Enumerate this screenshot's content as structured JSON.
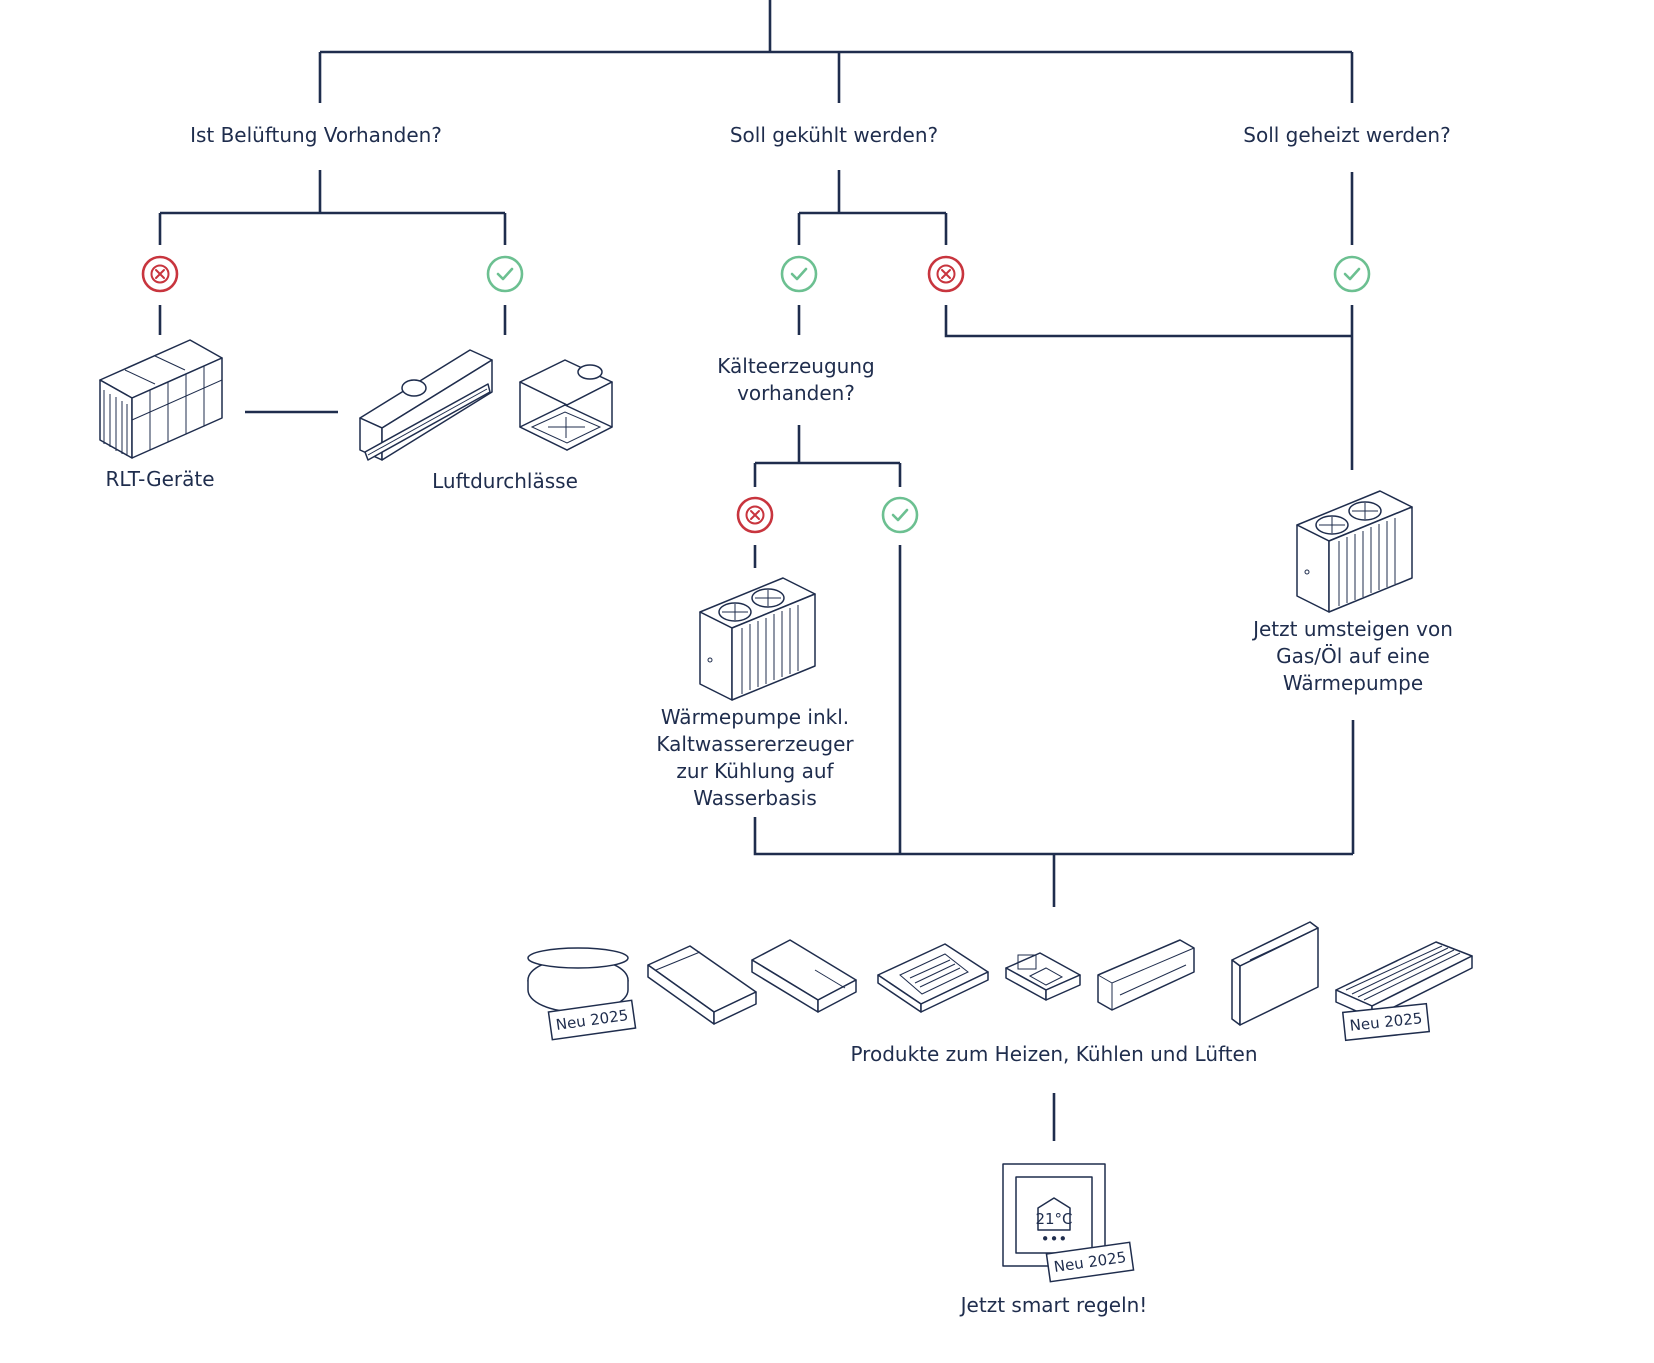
{
  "questions": {
    "ventilation": "Ist Belüftung Vorhanden?",
    "cooling": "Soll gekühlt werden?",
    "heating": "Soll geheizt werden?",
    "refrigeration": [
      "Kälteerzeugung",
      "vorhanden?"
    ]
  },
  "products": {
    "rlt": "RLT-Geräte",
    "air_outlets": "Luftdurchlässe",
    "heat_pump_chiller": [
      "Wärmepumpe inkl.",
      "Kaltwassererzeuger",
      "zur Kühlung auf",
      "Wasserbasis"
    ],
    "switch_heat_pump": [
      "Jetzt umsteigen von",
      "Gas/Öl auf eine",
      "Wärmepumpe"
    ],
    "terminal_units": "Produkte zum Heizen, Kühlen und Lüften",
    "smart_control": "Jetzt smart regeln!"
  },
  "badges": {
    "new": "Neu 2025"
  },
  "thermostat": {
    "temperature": "21°C",
    "dots": "•••"
  },
  "colors": {
    "line": "#1f2d4d",
    "yes": "#6cc091",
    "no": "#c8353e"
  },
  "icons": {
    "yes": "check-circle-icon",
    "no": "x-circle-icon"
  }
}
